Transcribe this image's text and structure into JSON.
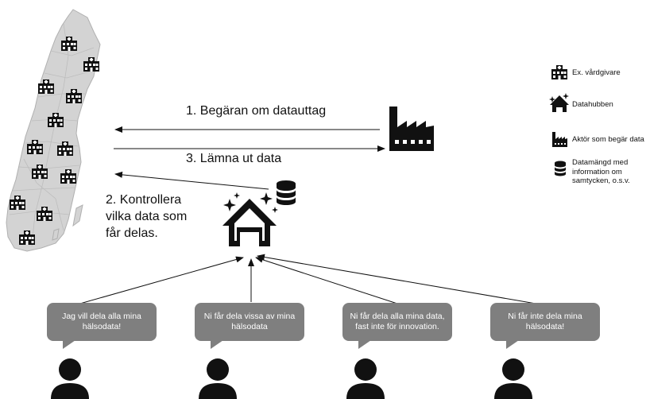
{
  "steps": {
    "request": "1. Begäran om datauttag",
    "release": "3. Lämna ut data",
    "check": [
      "2. Kontrollera",
      "vilka data som",
      "får delas."
    ]
  },
  "legend": [
    {
      "icon": "hospital-icon",
      "text": "Ex. vårdgivare"
    },
    {
      "icon": "datahub-house-icon",
      "text": "Datahubben"
    },
    {
      "icon": "factory-icon",
      "text": "Aktör som begär data"
    },
    {
      "icon": "database-icon",
      "text": "Datamängd med information om samtycken, o.s.v."
    }
  ],
  "bubbles": [
    "Jag vill dela alla mina hälsodata!",
    "Ni får dela vissa av mina hälsodata",
    "Ni får dela alla mina data, fast inte för innovation.",
    "Ni får inte dela mina hälsodata!"
  ],
  "colors": {
    "bubble": "#7f7f7f",
    "icon": "#000000",
    "map": "#d3d3d3"
  }
}
